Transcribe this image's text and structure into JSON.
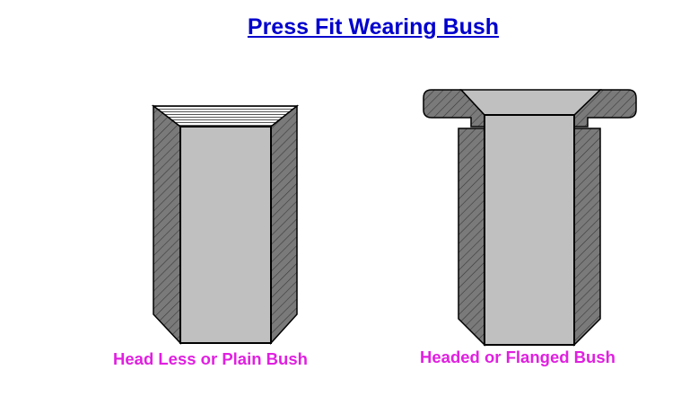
{
  "title": "Press Fit Wearing Bush",
  "captions": {
    "headless": "Head Less or Plain Bush",
    "headed": "Headed or Flanged Bush"
  },
  "colors": {
    "title": "#0000cc",
    "caption": "#e020e0",
    "wall_fill": "#7a7a7a",
    "bore_fill": "#c0c0c0",
    "outline": "#000000",
    "hatch": "#3a3a3a"
  }
}
